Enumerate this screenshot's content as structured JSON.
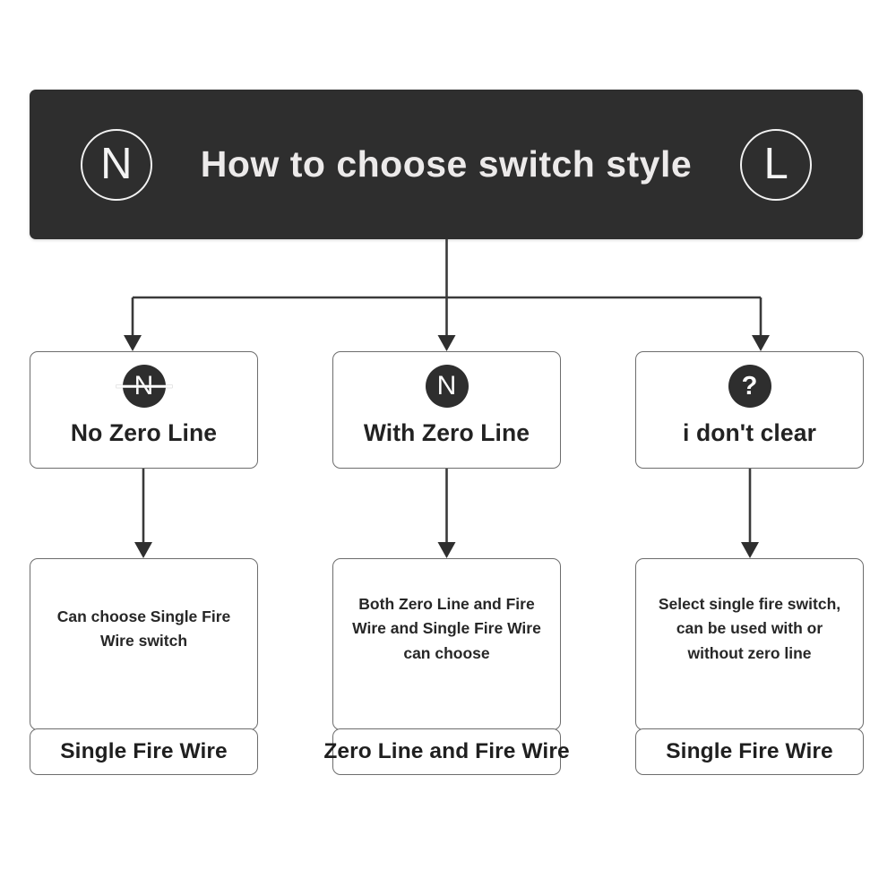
{
  "header": {
    "title": "How to choose switch style",
    "left_badge": {
      "icon": "circle-n-outline-icon",
      "label": "N"
    },
    "right_badge": {
      "icon": "circle-l-outline-icon",
      "label": "L"
    },
    "background_color": "#2e2e2e",
    "text_color": "#eceaea"
  },
  "decisions": [
    {
      "id": "no-zero-line",
      "icon": "circle-n-strikethrough-icon",
      "badge_label": "N",
      "label": "No Zero Line",
      "struck": true
    },
    {
      "id": "with-zero-line",
      "icon": "circle-n-icon",
      "badge_label": "N",
      "label": "With Zero Line",
      "struck": false
    },
    {
      "id": "i-dont-clear",
      "icon": "circle-question-icon",
      "badge_label": "?",
      "label": "i don't clear",
      "struck": false
    }
  ],
  "results": [
    {
      "id": "result-single-fire-wire",
      "body": "Can choose Single Fire Wire switch",
      "footer_label": "Single Fire Wire"
    },
    {
      "id": "result-zero-line-and-fire-wire",
      "body": "Both Zero Line and Fire Wire and Single Fire Wire can choose",
      "footer_label": "Zero Line and Fire Wire"
    },
    {
      "id": "result-single-fire-wire-either",
      "body": "Select single fire switch, can be used with or without zero line",
      "footer_label": "Single Fire Wire"
    }
  ],
  "colors": {
    "header_background": "#2e2e2e",
    "box_border": "#6d6d6d",
    "badge_fill": "#2e2e2e",
    "connector": "#3a3a3a",
    "text_dark": "#222222",
    "page_background": "#ffffff"
  }
}
